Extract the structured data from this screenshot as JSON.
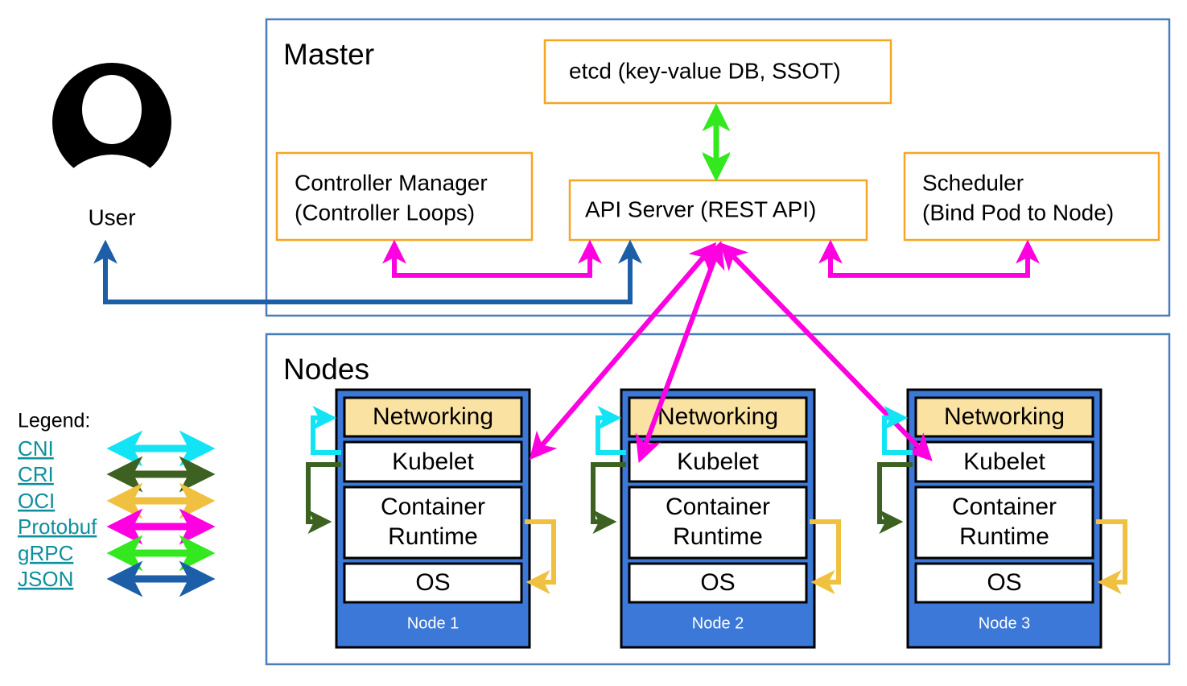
{
  "title": "Kubernetes Architecture Diagram",
  "user": {
    "label": "User",
    "icon": "user-avatar-icon"
  },
  "master": {
    "title": "Master",
    "components": [
      {
        "id": "etcd",
        "label": "etcd (key-value DB, SSOT)"
      },
      {
        "id": "controller-manager",
        "label": "Controller Manager\n(Controller Loops)",
        "line1": "Controller Manager",
        "line2": "(Controller Loops)"
      },
      {
        "id": "api-server",
        "label": "API Server (REST API)"
      },
      {
        "id": "scheduler",
        "label": "Scheduler\n(Bind Pod to Node)",
        "line1": "Scheduler",
        "line2": "(Bind Pod to Node)"
      }
    ]
  },
  "nodes_group": {
    "title": "Nodes",
    "layers": {
      "networking": "Networking",
      "kubelet": "Kubelet",
      "container_runtime_line1": "Container",
      "container_runtime_line2": "Runtime",
      "os": "OS"
    },
    "nodes": [
      {
        "name": "Node 1"
      },
      {
        "name": "Node 2"
      },
      {
        "name": "Node 3"
      }
    ]
  },
  "legend": {
    "title": "Legend:",
    "items": [
      {
        "label": "CNI",
        "color": "#12e4f5"
      },
      {
        "label": "CRI",
        "color": "#3d6120"
      },
      {
        "label": "OCI",
        "color": "#f0c040"
      },
      {
        "label": "Protobuf",
        "color": "#ff00e0"
      },
      {
        "label": "gRPC",
        "color": "#33e81f"
      },
      {
        "label": "JSON",
        "color": "#1c5fa8"
      }
    ]
  },
  "colors": {
    "frame_blue": "#4a7ebb",
    "box_orange": "#f5a623",
    "node_blue": "#3b78d8",
    "networking_tan": "#fae3a2",
    "cni_cyan": "#12e4f5",
    "cri_green": "#3d6120",
    "oci_yellow": "#f0c040",
    "protobuf_magenta": "#ff00e0",
    "grpc_green": "#33e81f",
    "json_blue": "#1c5fa8",
    "legend_text": "#0d8f9e"
  }
}
